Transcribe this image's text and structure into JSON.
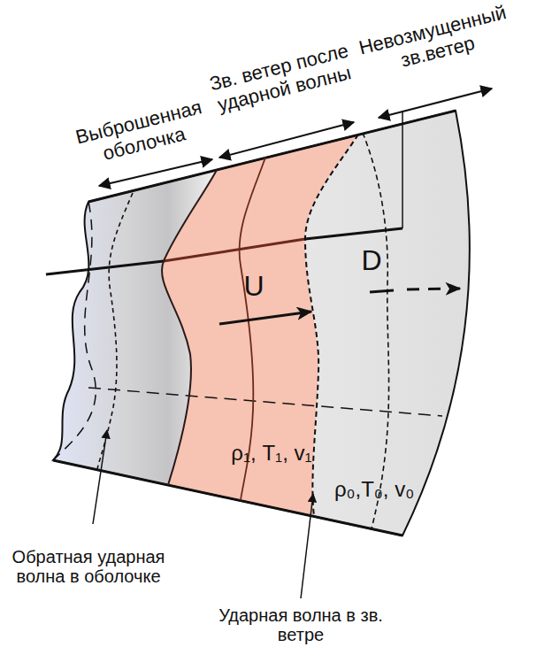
{
  "diagram": {
    "nodes": [
      {
        "text": [
          "U",
          "ρ₁, T₁, v₁"
        ]
      },
      {
        "text": [
          "D",
          "ρ₀,T₀, v₀"
        ]
      }
    ],
    "labels": [
      "Выброшенная оболочка",
      "Зв. ветер после ударной волны",
      "Невозмущенный зв.ветер",
      "Обратная ударная волна в оболочке",
      "Ударная волна в зв. ветре"
    ]
  }
}
